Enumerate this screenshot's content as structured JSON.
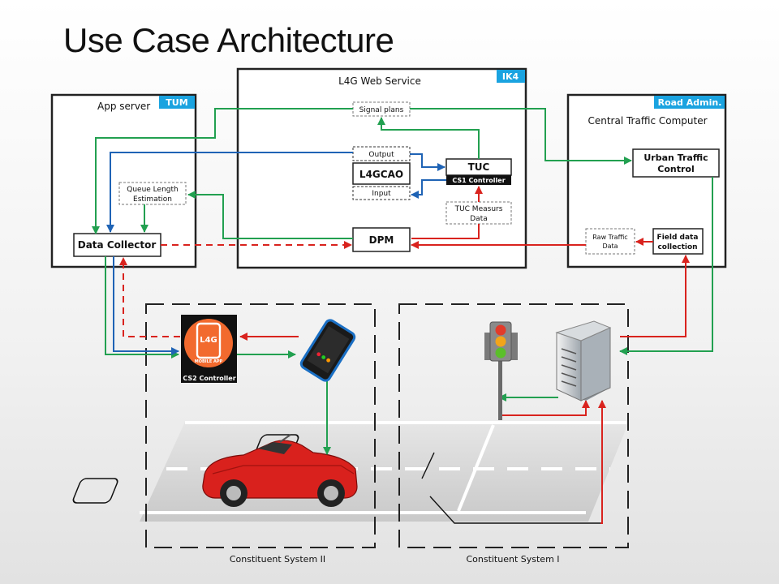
{
  "title": "Use Case Architecture",
  "panels": {
    "app_server": {
      "label": "App server",
      "tag": "TUM"
    },
    "web_service": {
      "label": "L4G Web Service",
      "tag": "IK4"
    },
    "traffic_computer": {
      "label": "Central Traffic Computer",
      "tag": "Road Admin."
    }
  },
  "nodes": {
    "signal_plans": "Signal plans",
    "output": "Output",
    "l4gcao": "L4GCAO",
    "input": "Input",
    "tuc": "TUC",
    "cs1_controller": "CS1 Controller",
    "tuc_measures_1": "TUC Measurs",
    "tuc_measures_2": "Data",
    "dpm": "DPM",
    "queue_length_1": "Queue Length",
    "queue_length_2": "Estimation",
    "data_collector": "Data Collector",
    "urban_traffic_1": "Urban Traffic",
    "urban_traffic_2": "Control",
    "raw_traffic_1": "Raw Traffic",
    "raw_traffic_2": "Data",
    "field_data_1": "Field data",
    "field_data_2": "collection"
  },
  "mobile_app": {
    "logo": "L4G",
    "caption": "MOBILE APP",
    "controller_label": "CS2 Controller"
  },
  "systems": {
    "cs2": "Constituent System II",
    "cs1": "Constituent System I"
  },
  "colors": {
    "green": "#22a050",
    "blue": "#1f63b5",
    "red": "#d9231e",
    "tag": "#1aa3e0",
    "app_orange": "#f26a2e"
  }
}
